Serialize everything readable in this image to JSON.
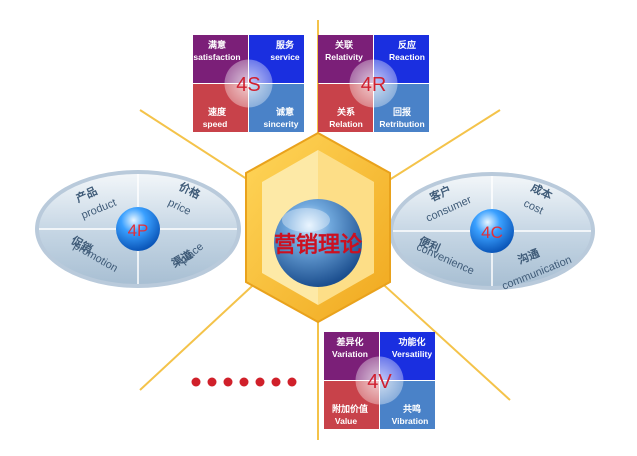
{
  "center": {
    "label": "营销理论"
  },
  "model_4s": {
    "center": "4S",
    "quadrants": [
      {
        "cn": "满意",
        "en": "satisfaction",
        "color": "#7b1f78"
      },
      {
        "cn": "服务",
        "en": "service",
        "color": "#1a2fe0"
      },
      {
        "cn": "速度",
        "en": "speed",
        "color": "#c8424a"
      },
      {
        "cn": "诚意",
        "en": "sincerity",
        "color": "#4a82c8"
      }
    ]
  },
  "model_4r": {
    "center": "4R",
    "quadrants": [
      {
        "cn": "关联",
        "en": "Relativity",
        "color": "#7b1f78"
      },
      {
        "cn": "反应",
        "en": "Reaction",
        "color": "#1a2fe0"
      },
      {
        "cn": "关系",
        "en": "Relation",
        "color": "#c8424a"
      },
      {
        "cn": "回报",
        "en": "Retribution",
        "color": "#4a82c8"
      }
    ]
  },
  "model_4v": {
    "center": "4V",
    "quadrants": [
      {
        "cn": "差异化",
        "en": "Variation",
        "color": "#7b1f78"
      },
      {
        "cn": "功能化",
        "en": "Versatility",
        "color": "#1a2fe0"
      },
      {
        "cn": "附加价值",
        "en": "Value",
        "color": "#c8424a"
      },
      {
        "cn": "共鸣",
        "en": "Vibration",
        "color": "#4a82c8"
      }
    ]
  },
  "model_4p": {
    "center": "4P",
    "segments": [
      {
        "cn": "产品",
        "en": "product"
      },
      {
        "cn": "价格",
        "en": "price"
      },
      {
        "cn": "促销",
        "en": "promotion"
      },
      {
        "cn": "渠道",
        "en": "place"
      }
    ]
  },
  "model_4c": {
    "center": "4C",
    "segments": [
      {
        "cn": "客户",
        "en": "consumer"
      },
      {
        "cn": "成本",
        "en": "cost"
      },
      {
        "cn": "便利",
        "en": "convenience"
      },
      {
        "cn": "沟通",
        "en": "communication"
      }
    ]
  },
  "colors": {
    "hexagon_outer": "#f7c437",
    "hexagon_inner": "#fde9a6",
    "center_ball": "#3e7fc2",
    "center_text": "#cc1020",
    "ellipse_fill": "#cfdde9",
    "ellipse_ball": "#2f8fe0",
    "ellipse_ball_text": "#e0303a",
    "dots": "#d0202a",
    "rays": "#f4c34a"
  },
  "continuation_dots": 7
}
